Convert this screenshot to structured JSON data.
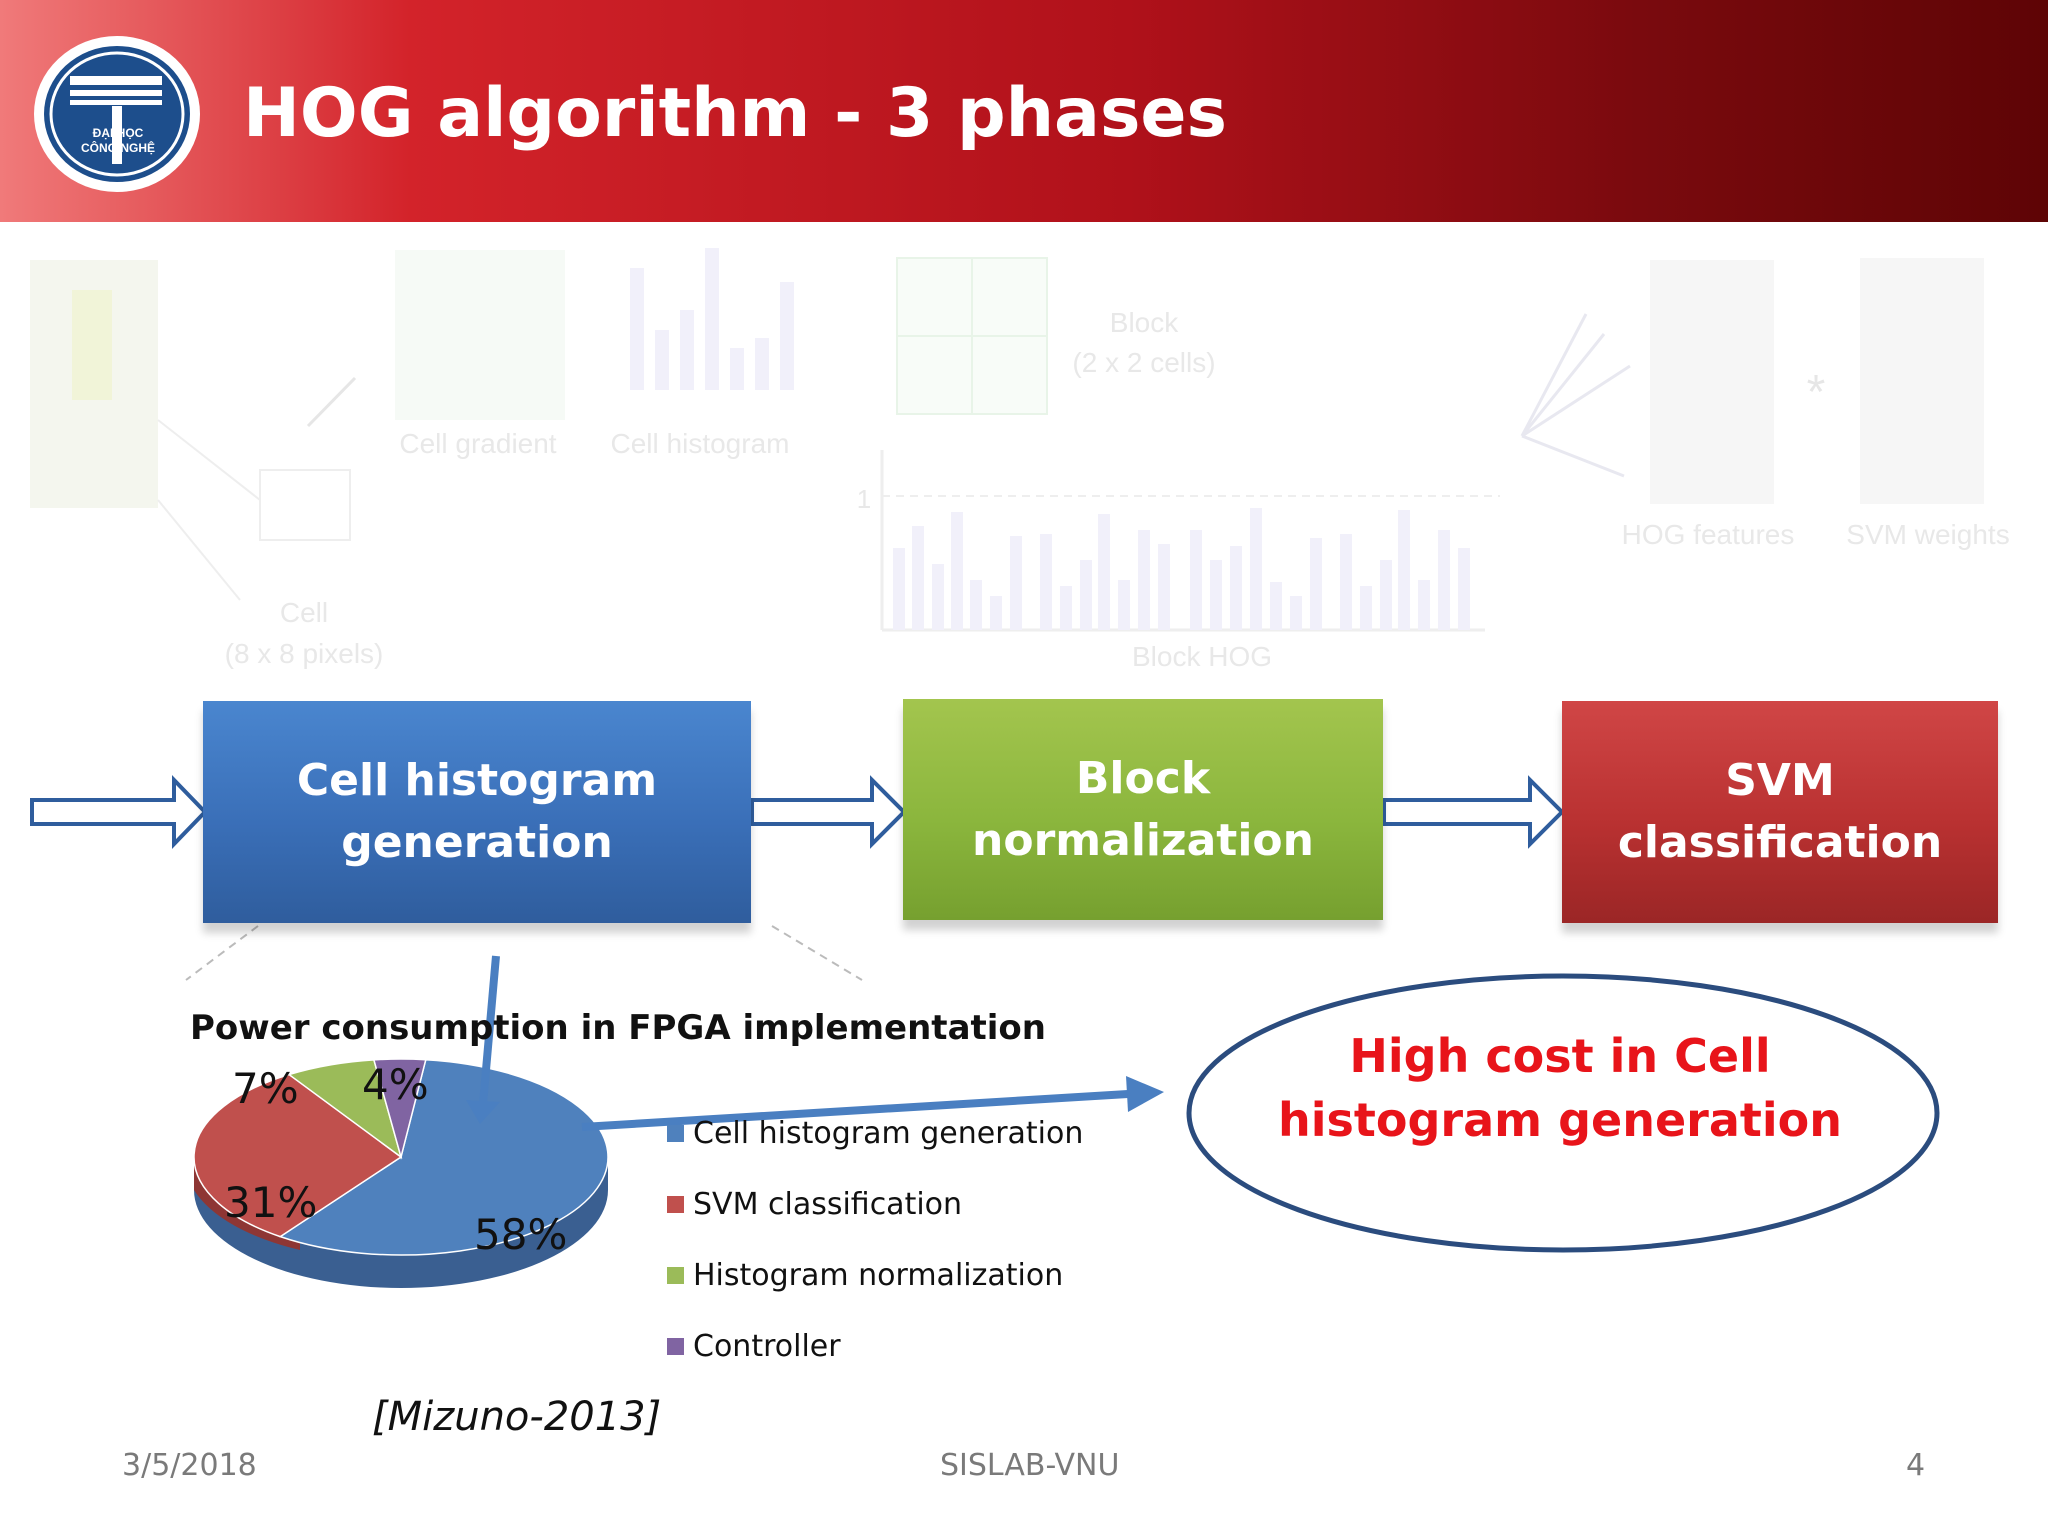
{
  "header": {
    "title": "HOG algorithm - 3 phases",
    "logo_text_line1": "ĐẠI HỌC",
    "logo_text_line2": "CÔNG NGHỆ"
  },
  "background_figure": {
    "cell_gradient": "Cell gradient",
    "cell_histogram": "Cell histogram",
    "block_line1": "Block",
    "block_line2": "(2 x 2 cells)",
    "cell_line1": "Cell",
    "cell_line2": "(8 x 8 pixels)",
    "block_hog": "Block HOG",
    "axis_one": "1",
    "hog_features": "HOG features",
    "svm_weights": "SVM weights",
    "times_symbol": "*"
  },
  "process": {
    "box1_line1": "Cell histogram",
    "box1_line2": "generation",
    "box2": "Block normalization",
    "box3": "SVM classification"
  },
  "chart_data": {
    "type": "pie",
    "title": "Power consumption in FPGA implementation",
    "categories": [
      "Cell histogram generation",
      "SVM classification",
      "Histogram normalization",
      "Controller"
    ],
    "values": [
      58,
      31,
      7,
      4
    ],
    "labels": [
      "58%",
      "31%",
      "7%",
      "4%"
    ],
    "colors": [
      "#4f81bd",
      "#c0504d",
      "#9bbb59",
      "#8064a2"
    ],
    "legend_position": "right"
  },
  "callout": {
    "line1": "High cost in Cell",
    "line2": "histogram generation"
  },
  "citation": "[Mizuno-2013]",
  "footer": {
    "date": "3/5/2018",
    "center": "SISLAB-VNU",
    "page": "4"
  }
}
